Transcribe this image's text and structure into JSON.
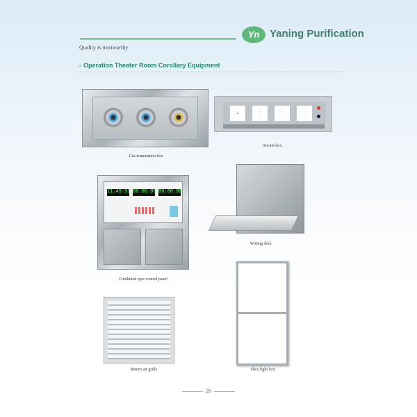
{
  "header": {
    "brand": "Yaning Purification",
    "logo_text": "Yn",
    "tagline": "Quality is trustworthy",
    "section_marker": "»",
    "section_title": "Operation Theater Room Corollary Equipment"
  },
  "products": [
    {
      "caption": "Gas termination box"
    },
    {
      "caption": "Socket box"
    },
    {
      "caption": "Combined type control panel"
    },
    {
      "caption": "Writing desk"
    },
    {
      "caption": "Return air grille"
    },
    {
      "caption": "Slice light box"
    }
  ],
  "control_panel": {
    "displays": [
      "11:49:51",
      "00:00:00",
      "00:00:00"
    ]
  },
  "page_number": "26"
}
